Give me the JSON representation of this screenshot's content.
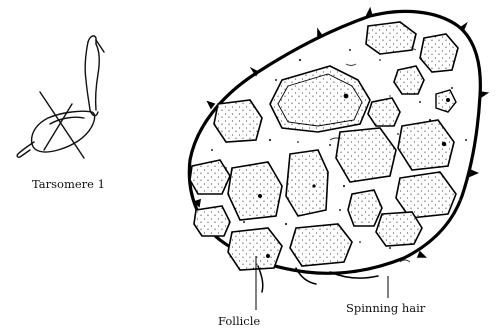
{
  "figure": {
    "labels": {
      "tarsomere": "Tarsomere 1",
      "follicle": "Follicle",
      "spinning_hair": "Spinning hair"
    }
  }
}
